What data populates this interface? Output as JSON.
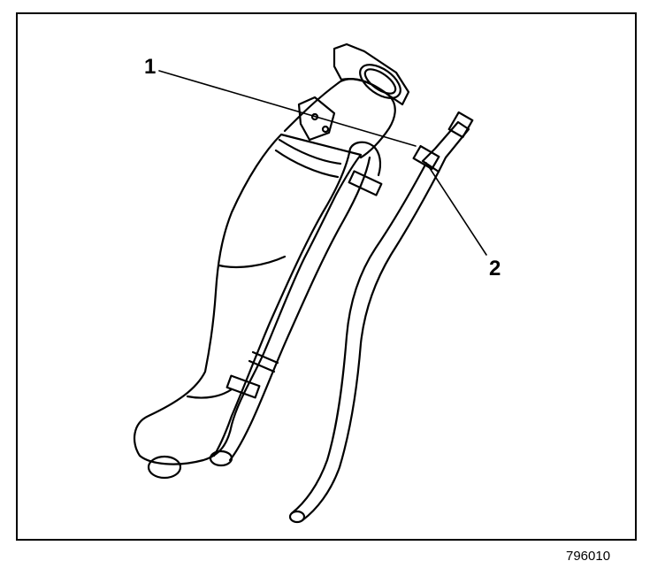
{
  "callouts": [
    {
      "label": "1"
    },
    {
      "label": "2"
    }
  ],
  "figure_id": "796010",
  "colors": {
    "line": "#000000",
    "background": "#ffffff"
  }
}
